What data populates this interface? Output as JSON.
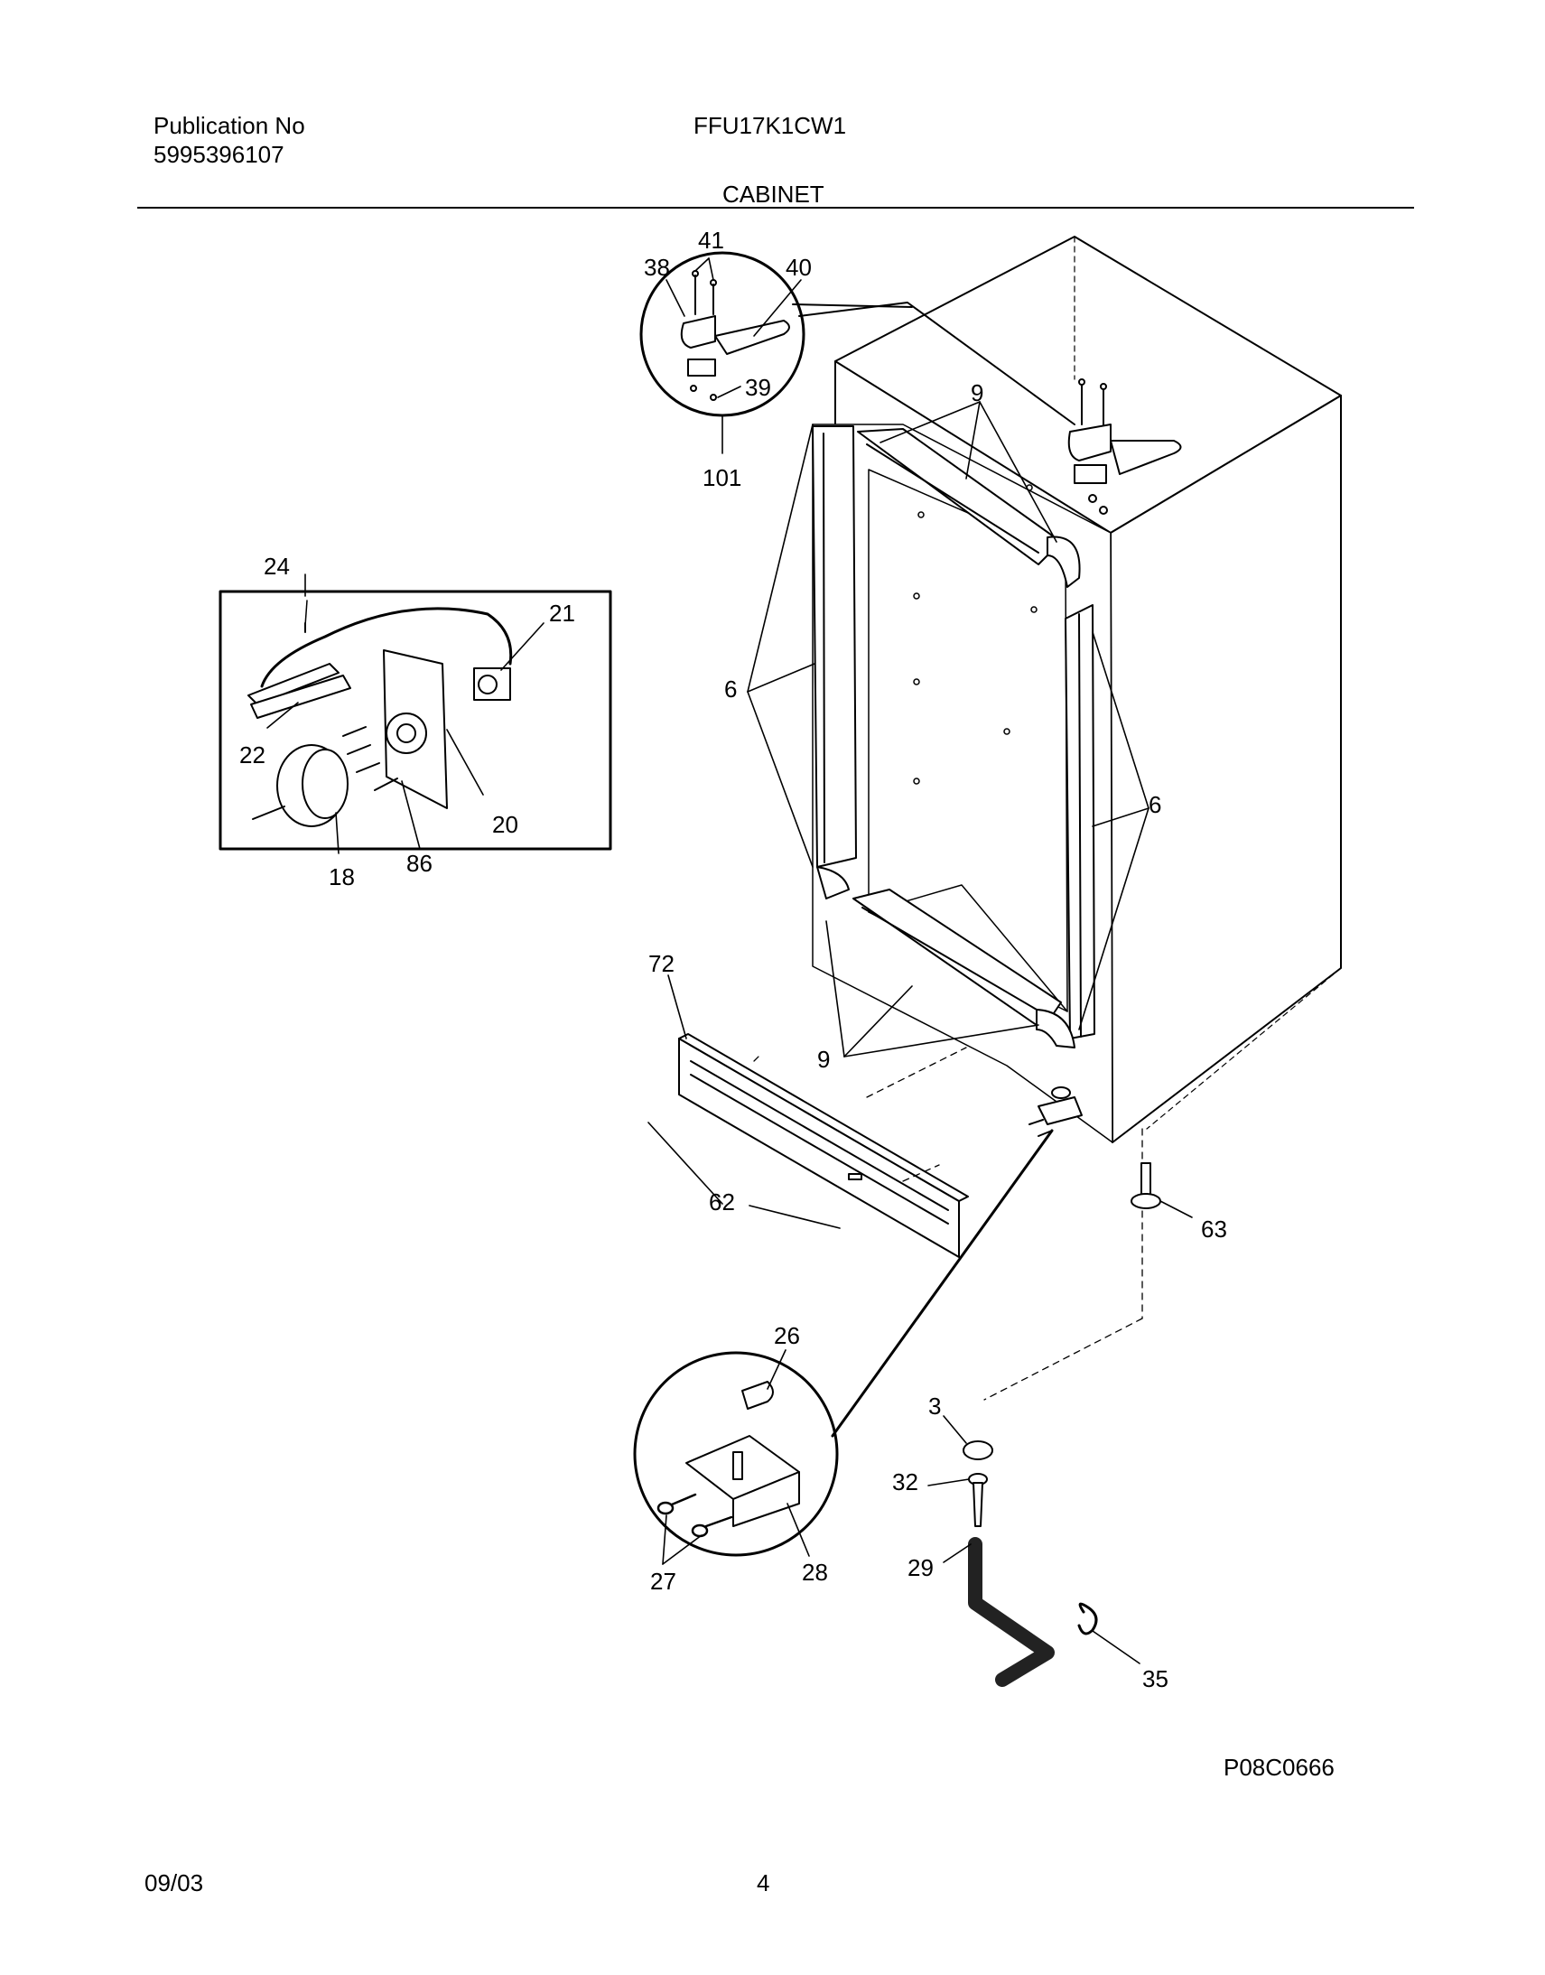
{
  "header": {
    "publication_label": "Publication No",
    "publication_number": "5995396107",
    "model": "FFU17K1CW1",
    "section": "CABINET"
  },
  "footer": {
    "date": "09/03",
    "page": "4",
    "drawing_id": "P08C0666"
  },
  "callouts": {
    "c3": "3",
    "c6a": "6",
    "c6b": "6",
    "c9a": "9",
    "c9b": "9",
    "c18": "18",
    "c20": "20",
    "c21": "21",
    "c22": "22",
    "c24": "24",
    "c26": "26",
    "c27": "27",
    "c28": "28",
    "c29": "29",
    "c32": "32",
    "c35": "35",
    "c38": "38",
    "c39": "39",
    "c40": "40",
    "c41": "41",
    "c62": "62",
    "c63": "63",
    "c72": "72",
    "c86": "86",
    "c101": "101"
  },
  "colors": {
    "line": "#000000",
    "background": "#ffffff",
    "hose": "#222222"
  }
}
